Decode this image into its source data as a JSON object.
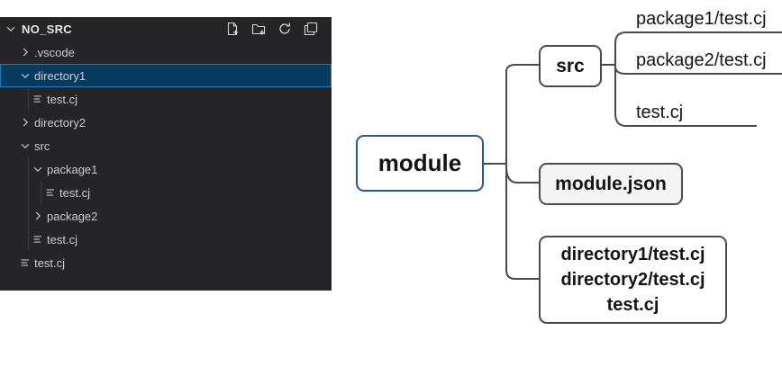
{
  "explorer": {
    "title": "NO_SRC",
    "toolbar": [
      "new-file-icon",
      "new-folder-icon",
      "refresh-icon",
      "collapse-all-icon"
    ],
    "rows": [
      {
        "label": ".vscode",
        "level": 1,
        "kind": "folder-closed",
        "selected": false
      },
      {
        "label": "directory1",
        "level": 1,
        "kind": "folder-open",
        "selected": true
      },
      {
        "label": "test.cj",
        "level": 2,
        "kind": "file",
        "selected": false
      },
      {
        "label": "directory2",
        "level": 1,
        "kind": "folder-closed",
        "selected": false
      },
      {
        "label": "src",
        "level": 1,
        "kind": "folder-open",
        "selected": false
      },
      {
        "label": "package1",
        "level": 2,
        "kind": "folder-open",
        "selected": false
      },
      {
        "label": "test.cj",
        "level": 3,
        "kind": "file",
        "selected": false
      },
      {
        "label": "package2",
        "level": 2,
        "kind": "folder-closed",
        "selected": false
      },
      {
        "label": "test.cj",
        "level": 2,
        "kind": "file",
        "selected": false
      },
      {
        "label": "test.cj",
        "level": 1,
        "kind": "file",
        "selected": false
      }
    ]
  },
  "diagram": {
    "module_label": "module",
    "src_label": "src",
    "module_json_label": "module.json",
    "src_children": [
      "package1/test.cj",
      "package2/test.cj",
      "test.cj"
    ],
    "dir_box_lines": [
      "directory1/test.cj",
      "directory2/test.cj",
      "test.cj"
    ]
  },
  "colors": {
    "panel_bg": "#252527",
    "selection_bg": "#063b60",
    "selection_border": "#2079b8",
    "module_border": "#2d5596",
    "box_border": "#4a4a4a",
    "connector": "#4a4a4a"
  }
}
